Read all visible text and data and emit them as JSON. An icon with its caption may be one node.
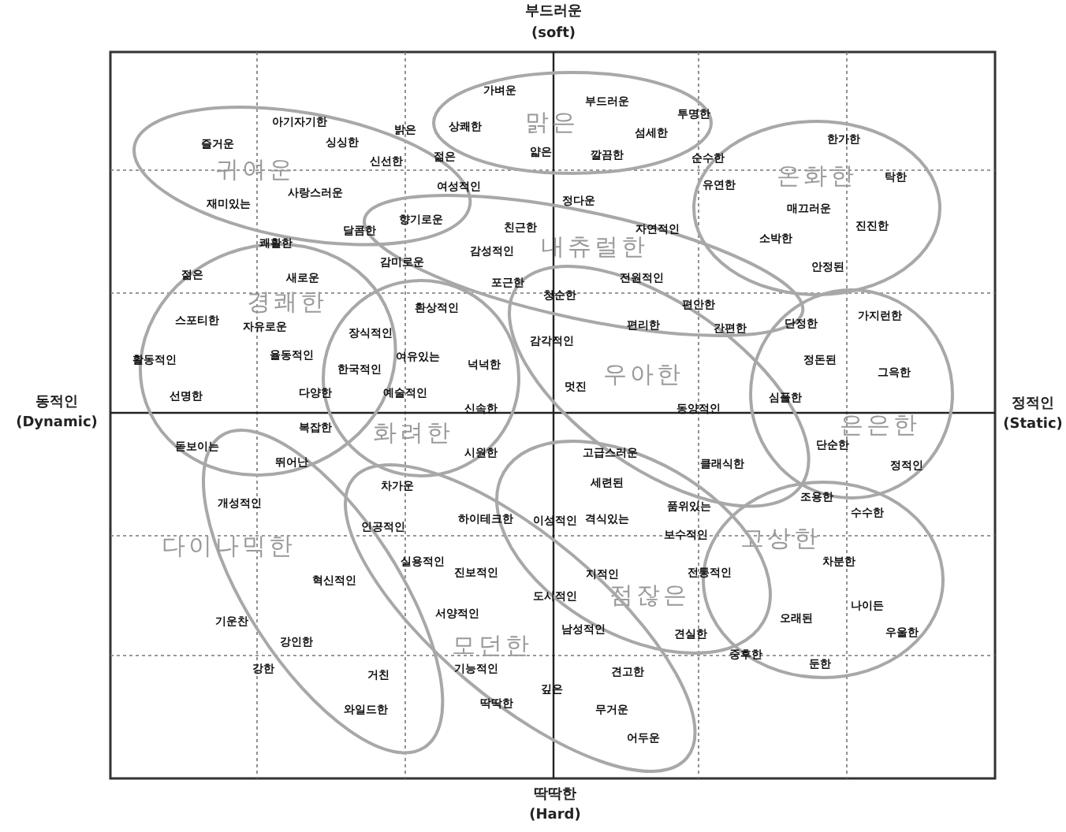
{
  "diagram": {
    "nodes": [
      {
        "text": [
          "맑은"
        ]
      },
      {
        "text": [
          "귀여운"
        ]
      },
      {
        "text": [
          "온화한"
        ]
      },
      {
        "text": [
          "내츄럴한"
        ]
      },
      {
        "text": [
          "경쾌한"
        ]
      },
      {
        "text": [
          "우아한"
        ]
      },
      {
        "text": [
          "은은한"
        ]
      },
      {
        "text": [
          "화려한"
        ]
      },
      {
        "text": [
          "고상한"
        ]
      },
      {
        "text": [
          "다이나믹한"
        ]
      },
      {
        "text": [
          "점잖은"
        ]
      },
      {
        "text": [
          "모던한"
        ]
      }
    ],
    "labels": [
      "부드러운",
      "(soft)",
      "가벼운",
      "부드러운",
      "투명한",
      "아기자기한",
      "상쾌한",
      "밝은",
      "섬세한",
      "한가한",
      "싱싱한",
      "즐거운",
      "얇은",
      "깔끔한",
      "젊은",
      "순수한",
      "신선한",
      "탁한",
      "유연한",
      "여성적인",
      "사랑스러운",
      "정다운",
      "재미있는",
      "매끄러운",
      "향기로운",
      "진진한",
      "친근한",
      "자연적인",
      "달콤한",
      "소박한",
      "쾌활한",
      "감성적인",
      "감미로운",
      "안정된",
      "젊은",
      "전원적인",
      "새로운",
      "포근한",
      "청순한",
      "편안한",
      "환상적인",
      "가지런한",
      "스포티한",
      "단정한",
      "편리한",
      "자유로운",
      "간편한",
      "장식적인",
      "감각적인",
      "율동적인",
      "여유있는",
      "활동적인",
      "정돈된",
      "넉넉한",
      "한국적인",
      "그윽한",
      "멋진",
      "다양한",
      "예술적인",
      "선명한",
      "심플한",
      "동적인",
      "정적인",
      "신속한",
      "동양적인",
      "(Dynamic)",
      "(Static)",
      "복잡한",
      "단순한",
      "돋보이는",
      "시원한",
      "고급스러운",
      "뛰어난",
      "클래식한",
      "정적인",
      "세련된",
      "차가운",
      "조용한",
      "개성적인",
      "품위있는",
      "수수한",
      "하이테크한",
      "이성적인",
      "격식있는",
      "인공적인",
      "보수적인",
      "차분한",
      "실용적인",
      "진보적인",
      "지적인",
      "전통적인",
      "혁신적인",
      "도시적인",
      "나이든",
      "서양적인",
      "오래된",
      "기운찬",
      "남성적인",
      "우울한",
      "견실한",
      "강인한",
      "중후한",
      "둔한",
      "기능적인",
      "강한",
      "견고한",
      "거친",
      "깊은",
      "딱딱한",
      "와일드한",
      "무거운",
      "어두운",
      "딱딱한",
      "(Hard)"
    ]
  }
}
